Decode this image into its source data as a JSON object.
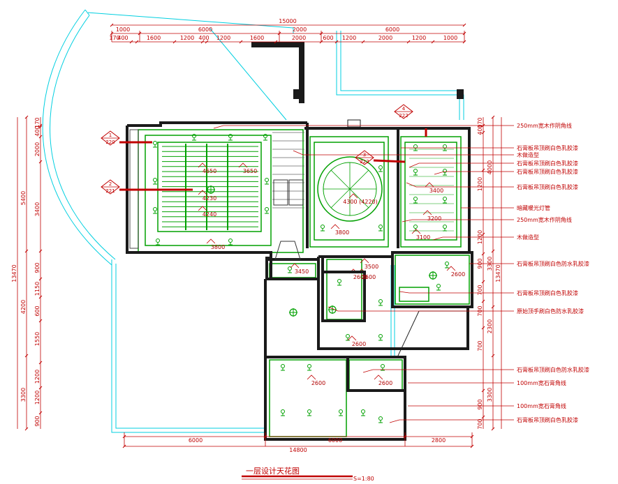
{
  "title": "一层设计天花图",
  "scale": "S=1:80",
  "top_dims": {
    "total": "15000",
    "row2": [
      "1000",
      "6000",
      "2000",
      "6000"
    ],
    "row3": [
      "170",
      "400",
      "1600",
      "1200",
      "400",
      "1200",
      "1600",
      "2000",
      "600",
      "1200",
      "2000",
      "1200",
      "1000"
    ]
  },
  "bottom_dims": {
    "row1": [
      "6000",
      "6000",
      "2800"
    ],
    "total": "14800"
  },
  "left_dims": {
    "total": "13470",
    "row2": [
      "5400",
      "4200",
      "3300"
    ],
    "row3": [
      "170",
      "400",
      "2000",
      "3400",
      "900",
      "1150",
      "600",
      "1550",
      "1200",
      "1200",
      "900"
    ]
  },
  "right_dims": {
    "total": "13470",
    "row2": [
      "4000",
      "3300",
      "2300",
      "3300"
    ],
    "row3": [
      "170",
      "400",
      "1200",
      "1200",
      "900",
      "700",
      "700",
      "700",
      "900",
      "700"
    ]
  },
  "room_heights": [
    "4650",
    "3650",
    "4230",
    "4240",
    "3800",
    "4300 (4220)",
    "3800",
    "3400",
    "3200",
    "3100",
    "3450",
    "3500",
    "2600",
    "2600",
    "2600",
    "2600",
    "2600",
    "2600"
  ],
  "section_tags": [
    {
      "num": "1",
      "ref": "220"
    },
    {
      "num": "2",
      "ref": "221"
    },
    {
      "num": "3",
      "ref": "222"
    },
    {
      "num": "4",
      "ref": "222"
    }
  ],
  "notes": [
    "250mm宽木作阴角线",
    "石膏板吊顶刷白色乳胶漆",
    "木做造型",
    "石膏板吊顶刷白色乳胶漆",
    "石膏板吊顶刷白色乳胶漆",
    "石膏板吊顶刷白色乳胶漆",
    "暗藏暖光灯管",
    "250mm宽木作阴角线",
    "木做造型",
    "石膏板吊顶刷白色防水乳胶漆",
    "石膏板吊顶刷白色乳胶漆",
    "原始顶手刷白色防水乳胶漆",
    "石膏板吊顶刷白色防水乳胶漆",
    "100mm宽石膏角线",
    "100mm宽石膏角线",
    "石膏板吊顶刷白色乳胶漆"
  ],
  "colors": {
    "wall": "#1a1a1a",
    "red": "#c00000",
    "green": "#00a000",
    "cyan": "#00cfe0"
  }
}
